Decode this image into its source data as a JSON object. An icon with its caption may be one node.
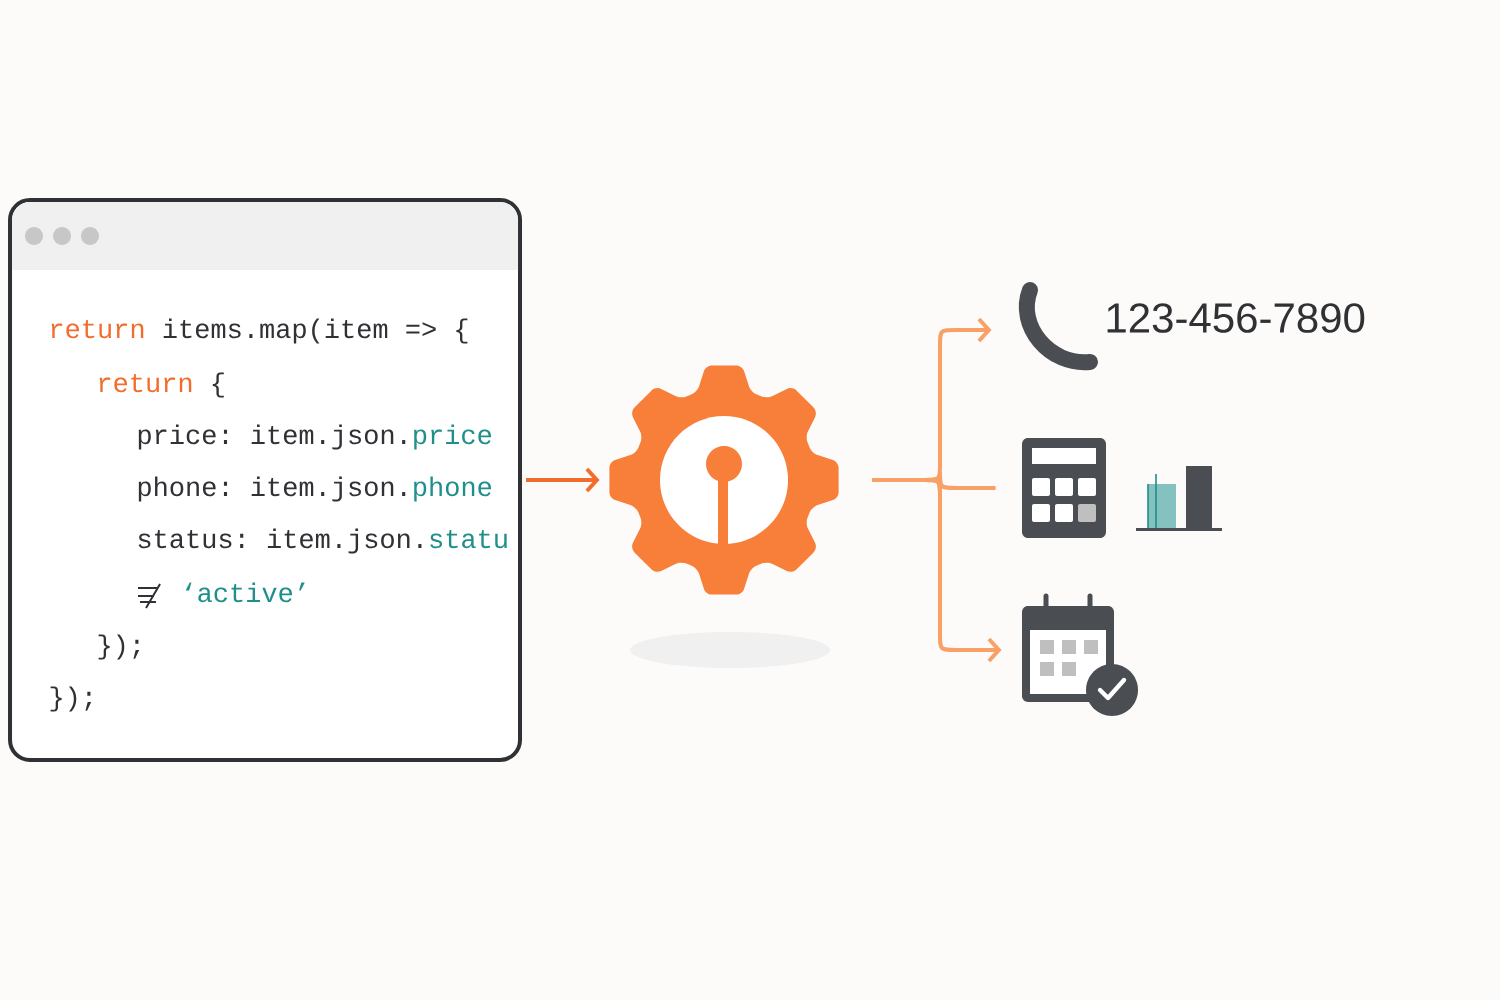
{
  "diagram": {
    "nodes": [
      {
        "text": [
          "return",
          "items.map(item => {",
          "return",
          "{",
          "price:",
          "item.json.",
          "price",
          "phone:",
          "item.json.",
          "phone",
          "status:",
          "item.json.",
          "statu",
          "‘active’",
          "});",
          "});"
        ]
      },
      {
        "text": [],
        "shape": "picture"
      },
      {
        "text": [],
        "shape": "picture",
        "beside": [
          "123-456-7890"
        ]
      },
      {
        "text": [],
        "shape": "picture"
      },
      {
        "text": [],
        "shape": "picture"
      }
    ],
    "edges": [
      {
        "from": 0,
        "to": 1,
        "arrow": "to",
        "color": "#f26d2d"
      },
      {
        "from": 1,
        "to": 2,
        "arrow": "to"
      },
      {
        "from": 1,
        "to": 3,
        "arrow": "none"
      },
      {
        "from": 1,
        "to": 4,
        "arrow": "to"
      }
    ]
  }
}
